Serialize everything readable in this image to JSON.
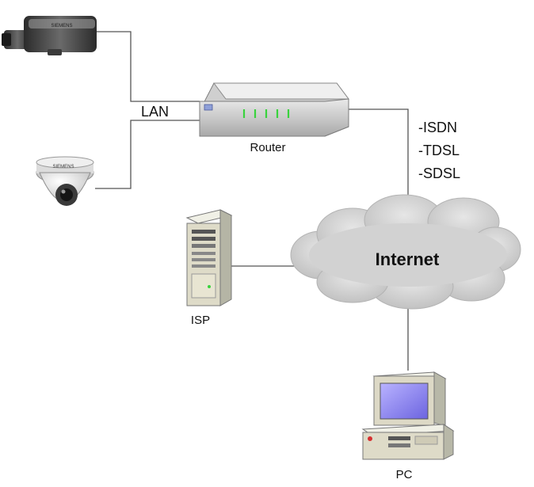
{
  "labels": {
    "lan": "LAN",
    "router": "Router",
    "isp": "ISP",
    "internet": "Internet",
    "pc": "PC",
    "connection_types": [
      "-ISDN",
      "-TDSL",
      "-SDSL"
    ]
  },
  "camera_brand": "SIEMENS",
  "icons": {
    "box_camera": "box-camera-icon",
    "dome_camera": "dome-camera-icon",
    "router": "router-icon",
    "server": "server-tower-icon",
    "cloud": "cloud-icon",
    "pc": "desktop-pc-icon"
  },
  "colors": {
    "router_leds": "#39d33d",
    "cloud": "#d0d0d0",
    "screen": "#8e86f0",
    "power_led": "#d63030"
  }
}
